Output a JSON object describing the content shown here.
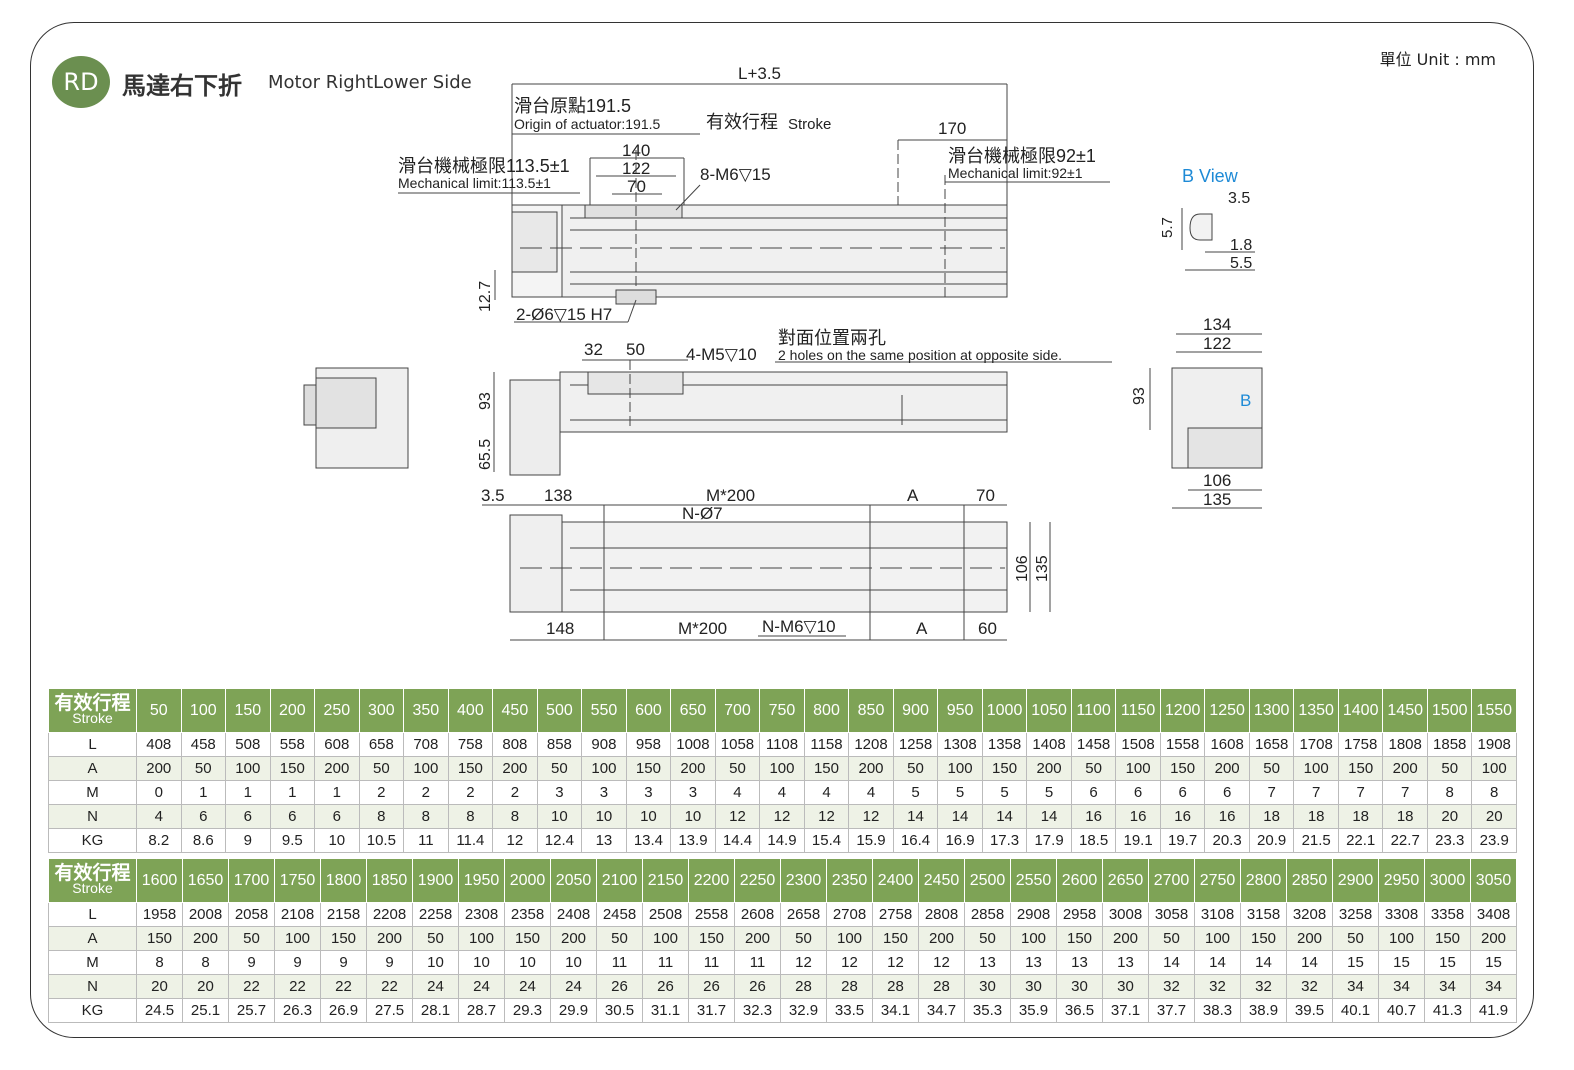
{
  "header": {
    "badge": "RD",
    "title_zh": "馬達右下折",
    "title_en": "Motor RightLower  Side",
    "unit": "單位 Unit : mm"
  },
  "drawing": {
    "labels": {
      "L_plus": "L+3.5",
      "origin_zh": "滑台原點191.5",
      "origin_en": "Origin of actuator:191.5",
      "stroke_zh": "有效行程",
      "stroke_en": "Stroke",
      "d170": "170",
      "mech_left_zh": "滑台機械極限113.5±1",
      "mech_left_en": "Mechanical limit:113.5±1",
      "mech_right_zh": "滑台機械極限92±1",
      "mech_right_en": "Mechanical limit:92±1",
      "d140": "140",
      "d122": "122",
      "d70": "70",
      "m6": "8-M6▽15",
      "d12_7": "12.7",
      "hole": "2-Ø6▽15 H7",
      "d32": "32",
      "d50": "50",
      "m5": "4-M5▽10",
      "opp_zh": "對面位置兩孔",
      "opp_en": "2 holes on the same position at opposite side.",
      "d93": "93",
      "d65_5": "65.5",
      "d3_5": "3.5",
      "d138": "138",
      "m200_top": "M*200",
      "a_top": "A",
      "d70b": "70",
      "n7": "N-Ø7",
      "d106": "106",
      "d135": "135",
      "d148": "148",
      "m200_bot": "M*200",
      "nm6": "N-M6▽10",
      "a_bot": "A",
      "d60": "60",
      "bview": "B View",
      "b3_5": "3.5",
      "b5_7": "5.7",
      "b1_8": "1.8",
      "b5_5": "5.5",
      "e134": "134",
      "e122": "122",
      "e93": "93",
      "eB": "B",
      "e106": "106",
      "e135": "135"
    }
  },
  "table1": {
    "header_zh": "有效行程",
    "header_en": "Stroke",
    "strokes": [
      "50",
      "100",
      "150",
      "200",
      "250",
      "300",
      "350",
      "400",
      "450",
      "500",
      "550",
      "600",
      "650",
      "700",
      "750",
      "800",
      "850",
      "900",
      "950",
      "1000",
      "1050",
      "1100",
      "1150",
      "1200",
      "1250",
      "1300",
      "1350",
      "1400",
      "1450",
      "1500",
      "1550"
    ],
    "rows": [
      {
        "label": "L",
        "values": [
          "408",
          "458",
          "508",
          "558",
          "608",
          "658",
          "708",
          "758",
          "808",
          "858",
          "908",
          "958",
          "1008",
          "1058",
          "1108",
          "1158",
          "1208",
          "1258",
          "1308",
          "1358",
          "1408",
          "1458",
          "1508",
          "1558",
          "1608",
          "1658",
          "1708",
          "1758",
          "1808",
          "1858",
          "1908"
        ]
      },
      {
        "label": "A",
        "values": [
          "200",
          "50",
          "100",
          "150",
          "200",
          "50",
          "100",
          "150",
          "200",
          "50",
          "100",
          "150",
          "200",
          "50",
          "100",
          "150",
          "200",
          "50",
          "100",
          "150",
          "200",
          "50",
          "100",
          "150",
          "200",
          "50",
          "100",
          "150",
          "200",
          "50",
          "100"
        ]
      },
      {
        "label": "M",
        "values": [
          "0",
          "1",
          "1",
          "1",
          "1",
          "2",
          "2",
          "2",
          "2",
          "3",
          "3",
          "3",
          "3",
          "4",
          "4",
          "4",
          "4",
          "5",
          "5",
          "5",
          "5",
          "6",
          "6",
          "6",
          "6",
          "7",
          "7",
          "7",
          "7",
          "8",
          "8"
        ]
      },
      {
        "label": "N",
        "values": [
          "4",
          "6",
          "6",
          "6",
          "6",
          "8",
          "8",
          "8",
          "8",
          "10",
          "10",
          "10",
          "10",
          "12",
          "12",
          "12",
          "12",
          "14",
          "14",
          "14",
          "14",
          "16",
          "16",
          "16",
          "16",
          "18",
          "18",
          "18",
          "18",
          "20",
          "20"
        ]
      },
      {
        "label": "KG",
        "values": [
          "8.2",
          "8.6",
          "9",
          "9.5",
          "10",
          "10.5",
          "11",
          "11.4",
          "12",
          "12.4",
          "13",
          "13.4",
          "13.9",
          "14.4",
          "14.9",
          "15.4",
          "15.9",
          "16.4",
          "16.9",
          "17.3",
          "17.9",
          "18.5",
          "19.1",
          "19.7",
          "20.3",
          "20.9",
          "21.5",
          "22.1",
          "22.7",
          "23.3",
          "23.9"
        ]
      }
    ]
  },
  "table2": {
    "header_zh": "有效行程",
    "header_en": "Stroke",
    "strokes": [
      "1600",
      "1650",
      "1700",
      "1750",
      "1800",
      "1850",
      "1900",
      "1950",
      "2000",
      "2050",
      "2100",
      "2150",
      "2200",
      "2250",
      "2300",
      "2350",
      "2400",
      "2450",
      "2500",
      "2550",
      "2600",
      "2650",
      "2700",
      "2750",
      "2800",
      "2850",
      "2900",
      "2950",
      "3000",
      "3050"
    ],
    "rows": [
      {
        "label": "L",
        "values": [
          "1958",
          "2008",
          "2058",
          "2108",
          "2158",
          "2208",
          "2258",
          "2308",
          "2358",
          "2408",
          "2458",
          "2508",
          "2558",
          "2608",
          "2658",
          "2708",
          "2758",
          "2808",
          "2858",
          "2908",
          "2958",
          "3008",
          "3058",
          "3108",
          "3158",
          "3208",
          "3258",
          "3308",
          "3358",
          "3408"
        ]
      },
      {
        "label": "A",
        "values": [
          "150",
          "200",
          "50",
          "100",
          "150",
          "200",
          "50",
          "100",
          "150",
          "200",
          "50",
          "100",
          "150",
          "200",
          "50",
          "100",
          "150",
          "200",
          "50",
          "100",
          "150",
          "200",
          "50",
          "100",
          "150",
          "200",
          "50",
          "100",
          "150",
          "200"
        ]
      },
      {
        "label": "M",
        "values": [
          "8",
          "8",
          "9",
          "9",
          "9",
          "9",
          "10",
          "10",
          "10",
          "10",
          "11",
          "11",
          "11",
          "11",
          "12",
          "12",
          "12",
          "12",
          "13",
          "13",
          "13",
          "13",
          "14",
          "14",
          "14",
          "14",
          "15",
          "15",
          "15",
          "15"
        ]
      },
      {
        "label": "N",
        "values": [
          "20",
          "20",
          "22",
          "22",
          "22",
          "22",
          "24",
          "24",
          "24",
          "24",
          "26",
          "26",
          "26",
          "26",
          "28",
          "28",
          "28",
          "28",
          "30",
          "30",
          "30",
          "30",
          "32",
          "32",
          "32",
          "32",
          "34",
          "34",
          "34",
          "34"
        ]
      },
      {
        "label": "KG",
        "values": [
          "24.5",
          "25.1",
          "25.7",
          "26.3",
          "26.9",
          "27.5",
          "28.1",
          "28.7",
          "29.3",
          "29.9",
          "30.5",
          "31.1",
          "31.7",
          "32.3",
          "32.9",
          "33.5",
          "34.1",
          "34.7",
          "35.3",
          "35.9",
          "36.5",
          "37.1",
          "37.7",
          "38.3",
          "38.9",
          "39.5",
          "40.1",
          "40.7",
          "41.3",
          "41.9"
        ]
      }
    ]
  }
}
